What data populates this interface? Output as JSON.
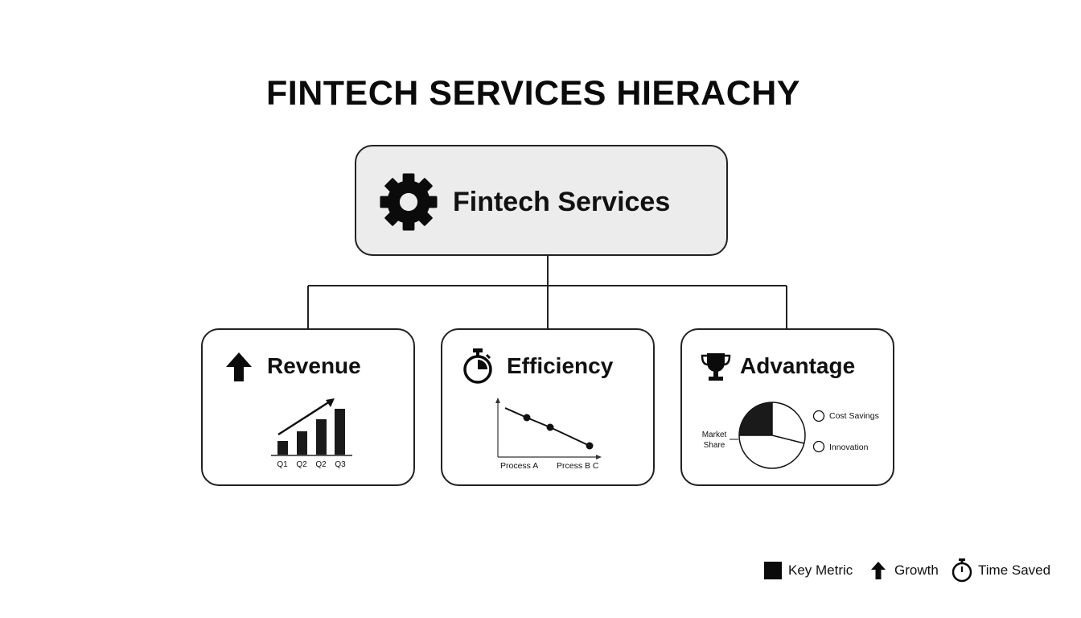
{
  "title": "FINTECH SERVICES HIERACHY",
  "root": {
    "label": "Fintech Services",
    "icon": "gear-icon"
  },
  "children": [
    {
      "label": "Revenue",
      "icon": "up-arrow-icon",
      "chart": {
        "type": "bar",
        "categories": [
          "Q1",
          "Q2",
          "Q2",
          "Q3"
        ],
        "trend": "increasing"
      }
    },
    {
      "label": "Efficiency",
      "icon": "stopwatch-icon",
      "chart": {
        "type": "line",
        "labels": [
          "Process A",
          "Prcess B C"
        ],
        "trend": "decreasing"
      }
    },
    {
      "label": "Advantage",
      "icon": "trophy-icon",
      "chart": {
        "type": "pie",
        "side_label": "Market Share",
        "legend": [
          "Cost Savings",
          "Innovation"
        ]
      }
    }
  ],
  "legend": [
    {
      "label": "Key Metric",
      "icon": "filled-square-icon"
    },
    {
      "label": "Growth",
      "icon": "up-arrow-icon"
    },
    {
      "label": "Time Saved",
      "icon": "stopwatch-icon"
    }
  ]
}
